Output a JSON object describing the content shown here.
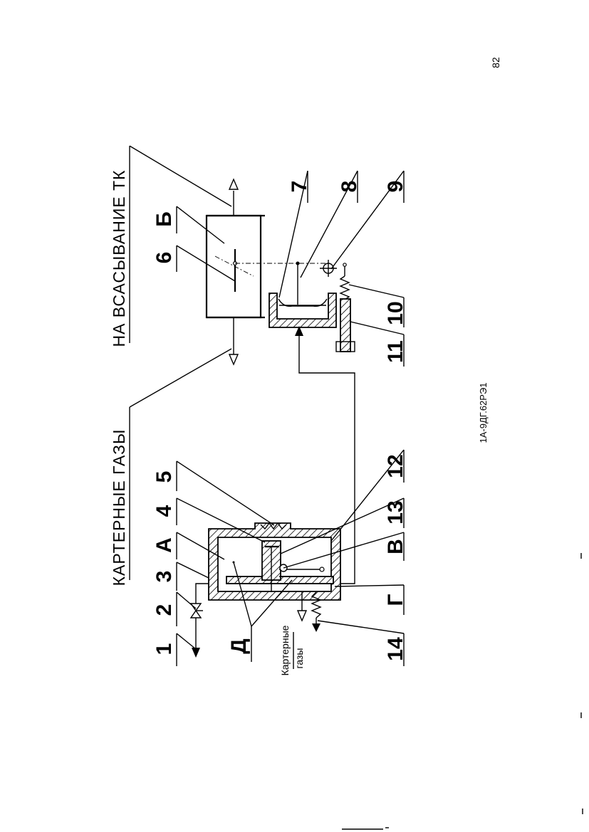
{
  "page": {
    "number": "82",
    "code": "1А-9ДГ.62РЭ1"
  },
  "callouts": [
    "1",
    "2",
    "3",
    "4",
    "5",
    "6",
    "7",
    "8",
    "9",
    "10",
    "11",
    "12",
    "13",
    "14"
  ],
  "zones": {
    "a": "А",
    "b": "Б",
    "v": "В",
    "g": "Г",
    "d": "Д"
  },
  "headings": {
    "suction": "НА ВСАСЫВАНИЕ ТК",
    "crankcase": "КАРТЕРНЫЕ ГАЗЫ"
  },
  "note": {
    "line1": "Картерные",
    "line2": "газы"
  }
}
